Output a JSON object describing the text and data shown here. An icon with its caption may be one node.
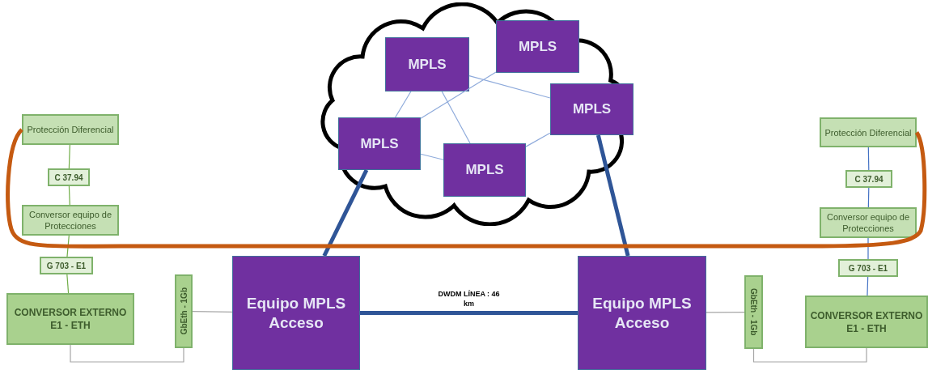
{
  "diagram": {
    "nodes": [
      {
        "text": [],
        "shape": "cloud"
      },
      {
        "text": [
          "MPLS"
        ],
        "in": 0
      },
      {
        "text": [
          "MPLS"
        ],
        "in": 0
      },
      {
        "text": [
          "MPLS"
        ],
        "in": 0
      },
      {
        "text": [
          "MPLS"
        ],
        "in": 0
      },
      {
        "text": [
          "MPLS"
        ],
        "in": 0
      },
      {
        "text": [
          "Protección Diferencial"
        ]
      },
      {
        "text": [
          "C 37.94"
        ]
      },
      {
        "text": [
          "Conversor equipo de Protecciones"
        ]
      },
      {
        "text": [
          "G 703 -  E1"
        ]
      },
      {
        "text": [
          "CONVERSOR EXTERNO E1 - ETH"
        ]
      },
      {
        "text": [
          "GbEth - 1Gb"
        ]
      },
      {
        "text": [
          "Equipo MPLS Acceso"
        ]
      },
      {
        "text": [
          "Equipo MPLS Acceso"
        ]
      },
      {
        "text": [
          "GbEth - 1Gb"
        ]
      },
      {
        "text": [
          "CONVERSOR EXTERNO E1 - ETH"
        ]
      },
      {
        "text": [
          "Protección Diferencial"
        ]
      },
      {
        "text": [
          "C 37.94"
        ]
      },
      {
        "text": [
          "Conversor equipo de Protecciones"
        ]
      },
      {
        "text": [
          "G 703 -  E1"
        ]
      }
    ],
    "edges": [
      {
        "from": 1,
        "to": 4,
        "arrow": "none",
        "color": "#8eaadb"
      },
      {
        "from": 1,
        "to": 5,
        "arrow": "none",
        "color": "#8eaadb"
      },
      {
        "from": 1,
        "to": 3,
        "arrow": "none",
        "color": "#8eaadb"
      },
      {
        "from": 2,
        "to": 4,
        "arrow": "none",
        "color": "#8eaadb"
      },
      {
        "from": 4,
        "to": 5,
        "arrow": "none",
        "color": "#8eaadb"
      },
      {
        "from": 5,
        "to": 3,
        "arrow": "none",
        "color": "#8eaadb"
      },
      {
        "from": 4,
        "to": 12,
        "arrow": "none",
        "style": "thick",
        "color": "#2f5597"
      },
      {
        "from": 3,
        "to": 13,
        "arrow": "none",
        "style": "thick",
        "color": "#2f5597"
      },
      {
        "from": 12,
        "to": 13,
        "arrow": "none",
        "style": "thick",
        "color": "#2f5597",
        "label": "DWDM LÍNEA : 46 km"
      },
      {
        "from": 6,
        "to": 7,
        "arrow": "none",
        "color": "#70ad47"
      },
      {
        "from": 7,
        "to": 8,
        "arrow": "none",
        "color": "#70ad47"
      },
      {
        "from": 8,
        "to": 9,
        "arrow": "none",
        "color": "#70ad47"
      },
      {
        "from": 9,
        "to": 10,
        "arrow": "none",
        "color": "#70ad47"
      },
      {
        "from": 10,
        "to": 11,
        "arrow": "none",
        "color": "#a6a6a6"
      },
      {
        "from": 11,
        "to": 12,
        "arrow": "none",
        "color": "#a6a6a6"
      },
      {
        "from": 13,
        "to": 14,
        "arrow": "none",
        "color": "#a6a6a6"
      },
      {
        "from": 14,
        "to": 15,
        "arrow": "none",
        "color": "#a6a6a6"
      },
      {
        "from": 16,
        "to": 17,
        "arrow": "none",
        "color": "#4472c4"
      },
      {
        "from": 17,
        "to": 18,
        "arrow": "none",
        "color": "#4472c4"
      },
      {
        "from": 18,
        "to": 19,
        "arrow": "none",
        "color": "#4472c4"
      },
      {
        "from": 19,
        "to": 15,
        "arrow": "none",
        "color": "#4472c4"
      },
      {
        "from": 6,
        "to": 16,
        "arrow": "none",
        "style": "thick",
        "color": "#c55a11"
      }
    ]
  }
}
